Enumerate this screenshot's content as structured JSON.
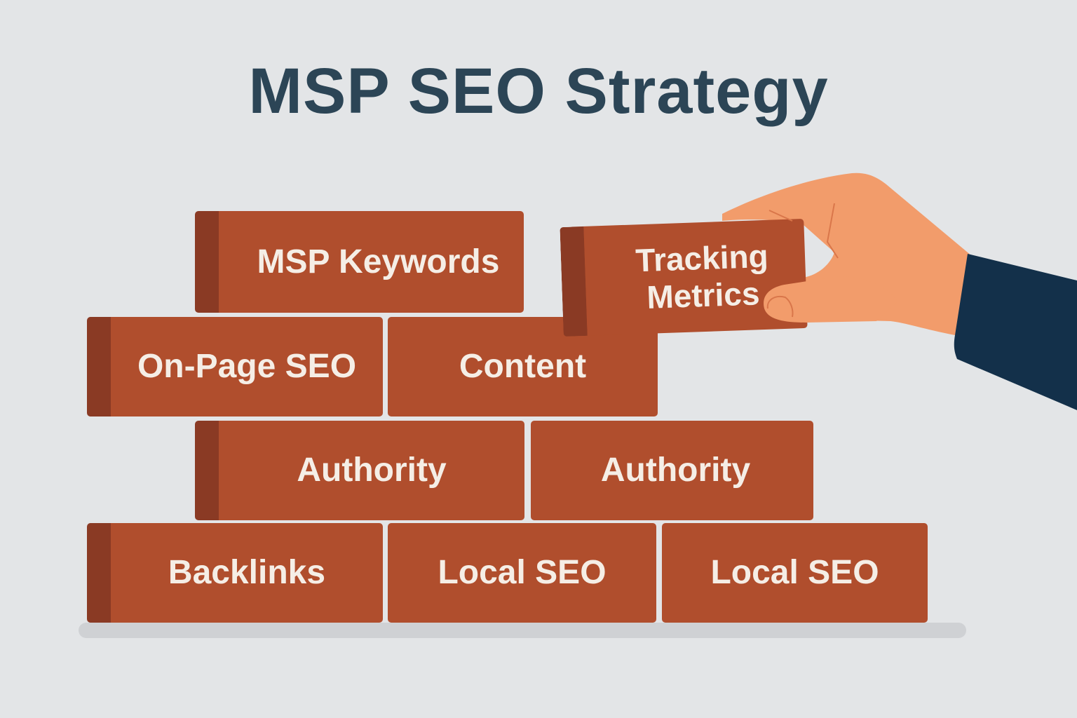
{
  "title": "MSP SEO Strategy",
  "bricks": [
    {
      "label": "MSP Keywords"
    },
    {
      "label": "On-Page SEO"
    },
    {
      "label": "Content"
    },
    {
      "label": "Authority"
    },
    {
      "label": "Authority"
    },
    {
      "label": "Backlinks"
    },
    {
      "label": "Local SEO"
    },
    {
      "label": "Local SEO"
    }
  ],
  "held_brick": {
    "line1": "Tracking",
    "line2": "Metrics"
  },
  "colors": {
    "brick": "#b04e2d",
    "brick_side": "#8a3a24",
    "title": "#2c4556",
    "skin": "#f29c6b",
    "sleeve": "#13304a"
  }
}
